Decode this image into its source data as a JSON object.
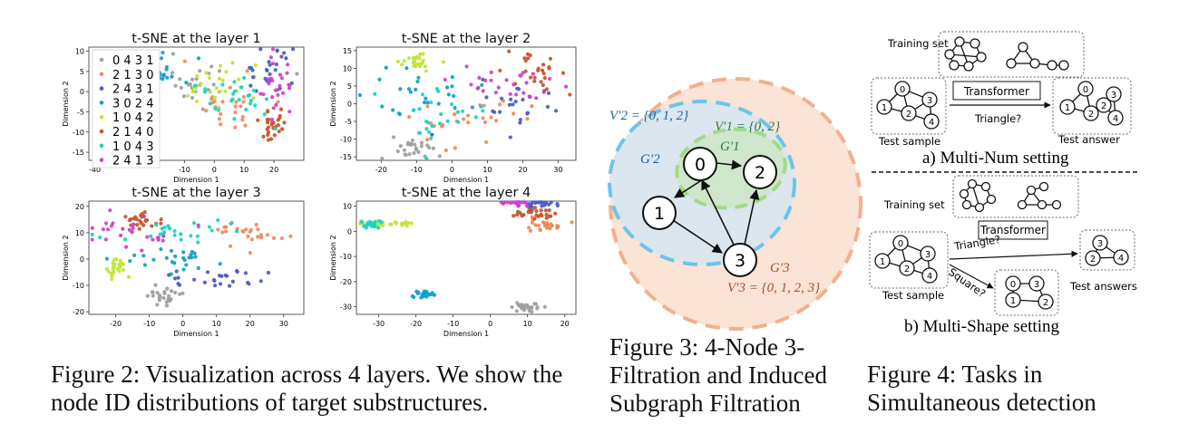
{
  "fig2": {
    "caption": "Figure 2: Visualization across 4 layers. We show the node ID distributions of target substructures.",
    "legend": [
      "0 4 3 1",
      "2 1 3 0",
      "2 4 3 1",
      "3 0 2 4",
      "1 0 4 2",
      "2 1 4 0",
      "1 0 4 3",
      "2 4 1 3"
    ],
    "legend_colors": [
      "#a0a0a0",
      "#f08a5d",
      "#4a5fc1",
      "#14a0c8",
      "#bfe63a",
      "#c8552d",
      "#19d4c4",
      "#cc44cc"
    ],
    "xlabel": "Dimension 1",
    "ylabel": "Dimension 2"
  },
  "chart_data": [
    {
      "type": "scatter",
      "title": "t-SNE at the layer 1",
      "xlabel": "Dimension 1",
      "ylabel": "Dimension 2",
      "xlim": [
        -42,
        30
      ],
      "ylim": [
        -17,
        11
      ],
      "xticks": [
        "-40",
        "-10",
        "0",
        "10",
        "20"
      ],
      "yticks": [
        "10",
        "5",
        "0",
        "-5",
        "-10",
        "-15"
      ],
      "grid": false,
      "legend": "top-left"
    },
    {
      "type": "scatter",
      "title": "t-SNE at the layer 2",
      "xlabel": "Dimension 1",
      "ylabel": "Dimension 2",
      "xlim": [
        -27,
        35
      ],
      "ylim": [
        -16,
        16
      ],
      "xticks": [
        "-20",
        "-10",
        "0",
        "10",
        "20",
        "30"
      ],
      "yticks": [
        "15",
        "10",
        "5",
        "0",
        "-5",
        "-10",
        "-15"
      ],
      "grid": false
    },
    {
      "type": "scatter",
      "title": "t-SNE at the layer 3",
      "xlabel": "Dimension 1",
      "ylabel": "Dimension 2",
      "xlim": [
        -28,
        36
      ],
      "ylim": [
        -21,
        22
      ],
      "xticks": [
        "-20",
        "-10",
        "0",
        "10",
        "20",
        "30"
      ],
      "yticks": [
        "20",
        "10",
        "0",
        "-10",
        "-20"
      ],
      "grid": false
    },
    {
      "type": "scatter",
      "title": "t-SNE at the layer 4",
      "xlabel": "Dimension 1",
      "ylabel": "Dimension 2",
      "xlim": [
        -36,
        23
      ],
      "ylim": [
        -33,
        12
      ],
      "xticks": [
        "-30",
        "-20",
        "-10",
        "0",
        "10",
        "20"
      ],
      "yticks": [
        "10",
        "0",
        "-10",
        "-20",
        "-30"
      ],
      "grid": false
    }
  ],
  "fig3": {
    "caption": "Figure 3: 4-Node 3-Filtration and Induced Subgraph Filtration",
    "nodes": [
      "0",
      "1",
      "2",
      "3"
    ],
    "labels": {
      "v2": "V′2 = {0, 1, 2}",
      "v1": "V′1 = {0, 2}",
      "g1": "G′1",
      "g2": "G′2",
      "g3": "G′3",
      "v3": "V′3 = {0, 1, 2, 3}"
    }
  },
  "fig4": {
    "caption": "Figure 4: Tasks in Simultaneous detection",
    "training_set_a": "Training set",
    "transformer": "Transformer",
    "triangle_q": "Triangle?",
    "square_q": "Square?",
    "test_sample": "Test sample",
    "test_answer": "Test answer",
    "test_answers": "Test answers",
    "setting_a": "a) Multi-Num setting",
    "training_set_b": "Training set",
    "setting_b": "b) Multi-Shape setting"
  }
}
